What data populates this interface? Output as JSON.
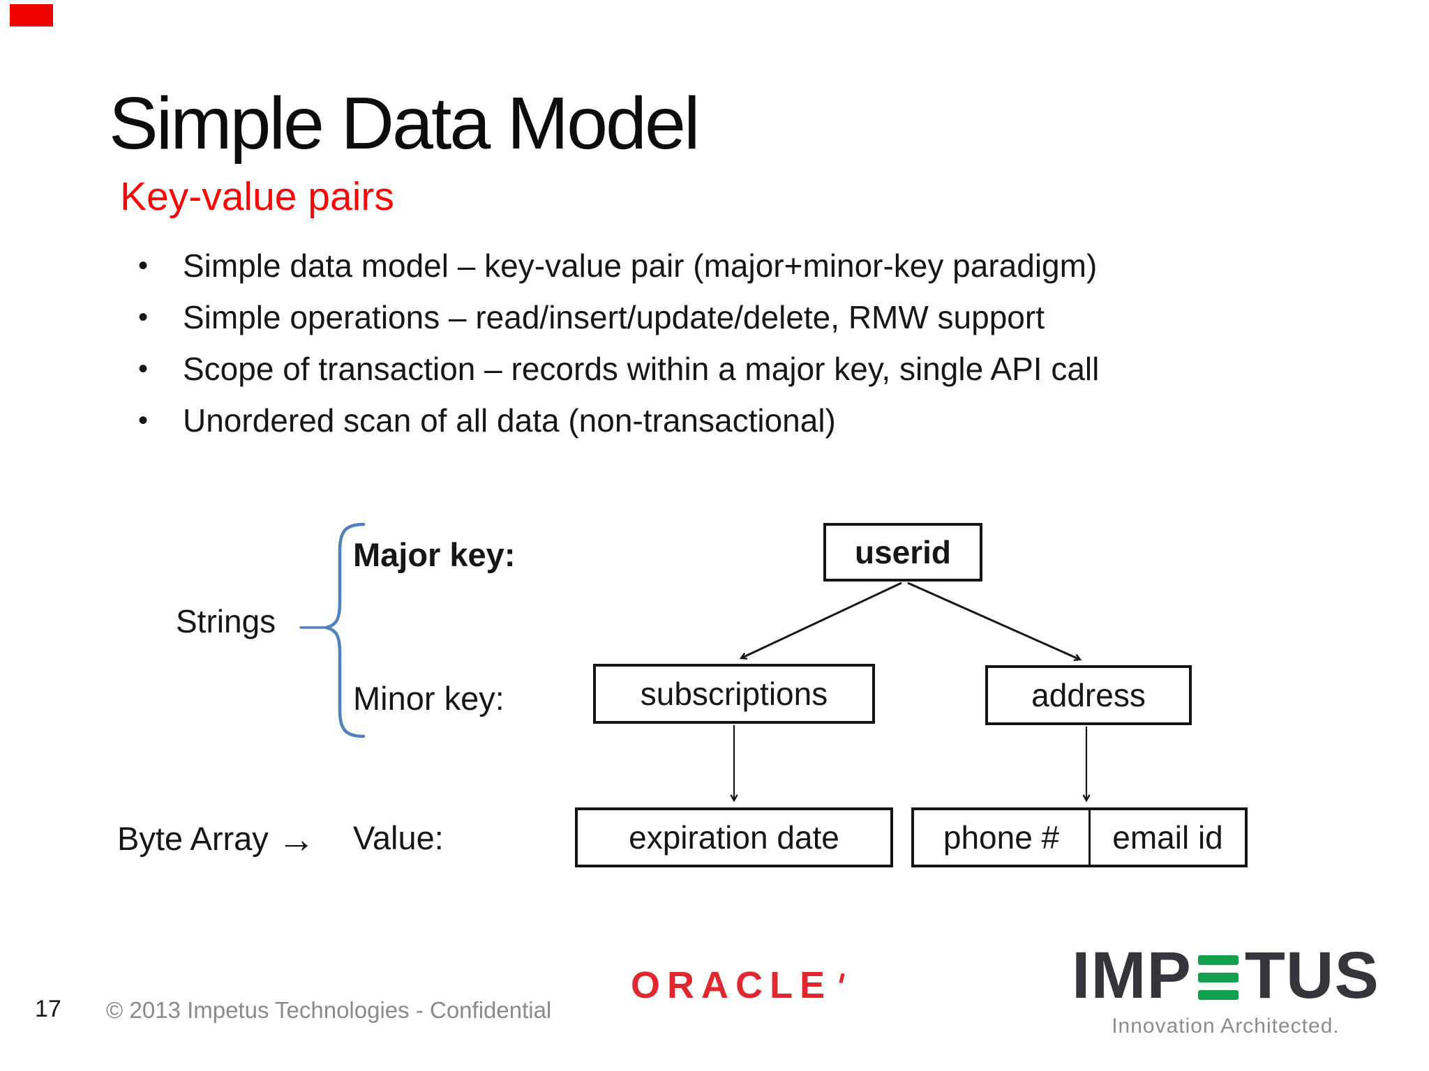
{
  "slide": {
    "title": "Simple Data Model",
    "subtitle": "Key-value pairs",
    "bullet_glyph": "•",
    "bullets": [
      "Simple data model – key-value pair (major+minor-key paradigm)",
      "Simple operations – read/insert/update/delete, RMW support",
      "Scope of transaction – records within a major key, single API call",
      "Unordered scan of all data (non-transactional)"
    ]
  },
  "diagram": {
    "strings_label": "Strings",
    "major_key_label": "Major key:",
    "minor_key_label": "Minor key:",
    "byte_array_label": "Byte Array",
    "byte_array_arrow": "→",
    "value_label": "Value:",
    "nodes": {
      "major_key": "userid",
      "minor_key_left": "subscriptions",
      "minor_key_right": "address",
      "value_left": "expiration date",
      "value_phone": "phone #",
      "value_email": "email id"
    }
  },
  "footer": {
    "page_number": "17",
    "copyright": "© 2013 Impetus Technologies - Confidential",
    "oracle_logo": "ORACLE",
    "impetus_logo_left": "IMP",
    "impetus_logo_right": "TUS",
    "impetus_tagline": "Innovation Architected."
  },
  "colors": {
    "subtitle_red": "#fb0505",
    "brace_blue": "#4f81bd",
    "oracle_red": "#e0282e",
    "impetus_green": "#13a04e",
    "impetus_dark": "#35343a",
    "footer_gray": "#8a8a8a",
    "corner_mark_red": "#ec0000"
  }
}
